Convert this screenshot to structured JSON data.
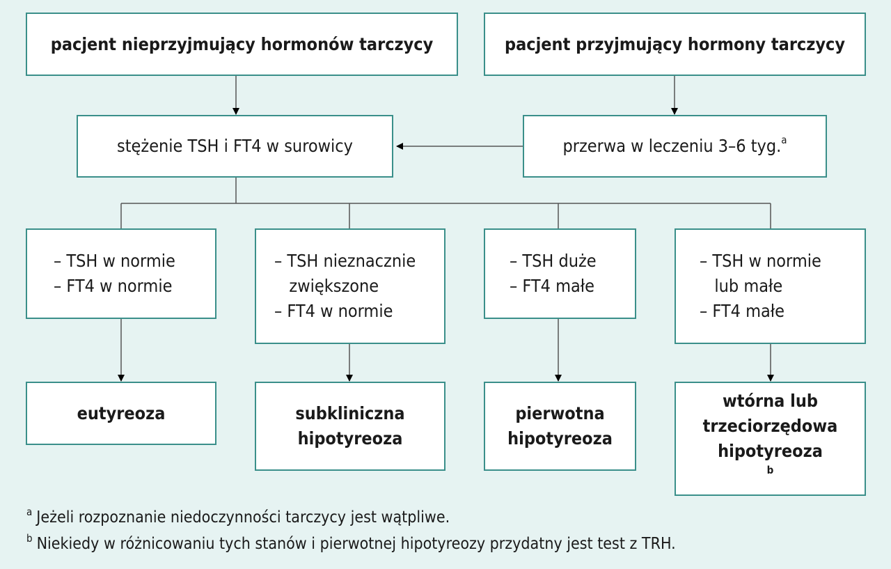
{
  "top": {
    "left": "pacjent nieprzyjmujący hormonów tarczycy",
    "right": "pacjent przyjmujący hormony tarczycy"
  },
  "measure": "stężenie TSH i FT4 w surowicy",
  "break": {
    "text": "przerwa w leczeniu 3–6 tyg.",
    "sup": "a"
  },
  "criteria": [
    [
      "– TSH w normie",
      "– FT4 w normie"
    ],
    [
      "– TSH nieznacznie",
      "   zwiększone",
      "– FT4 w normie"
    ],
    [
      "– TSH duże",
      "– FT4 małe"
    ],
    [
      "– TSH w normie",
      "   lub małe",
      "– FT4 małe"
    ]
  ],
  "results": [
    {
      "lines": [
        "eutyreoza"
      ]
    },
    {
      "lines": [
        "subkliniczna",
        "hipotyreoza"
      ]
    },
    {
      "lines": [
        "pierwotna",
        "hipotyreoza"
      ]
    },
    {
      "lines": [
        "wtórna lub",
        "trzeciorzędowa",
        "hipotyreoza"
      ],
      "sup": "b"
    }
  ],
  "footnotes": [
    {
      "mark": "a",
      "text": "Jeżeli rozpoznanie niedoczynności tarczycy jest wątpliwe."
    },
    {
      "mark": "b",
      "text": "Niekiedy w różnicowaniu tych stanów i pierwotnej hipotyreozy przydatny jest test z TRH."
    }
  ],
  "colors": {
    "background": "#e6f3f2",
    "box_border": "#3a8f8a",
    "connector": "#555555"
  }
}
